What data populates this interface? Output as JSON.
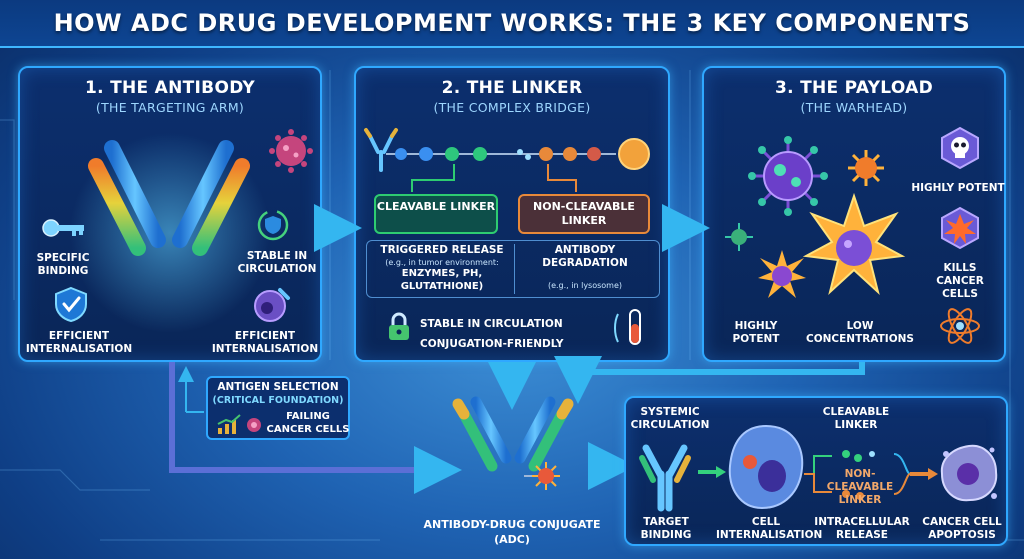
{
  "title": "HOW ADC DRUG DEVELOPMENT WORKS: THE 3 KEY COMPONENTS",
  "antibody": {
    "heading": "1. THE ANTIBODY",
    "subheading": "(THE TARGETING ARM)",
    "specific_binding": "SPECIFIC BINDING",
    "stable_circulation": "STABLE IN CIRCULATION",
    "efficient_internalisation_left": "EFFICIENT INTERNALISATION",
    "efficient_internalisation_right": "EFFICIENT INTERNALISATION"
  },
  "linker": {
    "heading": "2. THE LINKER",
    "subheading": "(THE COMPLEX BRIDGE)",
    "cleavable": {
      "title": "CLEAVABLE LINKER",
      "trigger": "TRIGGERED RELEASE",
      "note": "(e.g., in tumor environment:",
      "examples": "ENZYMES, pH, GLUTATHIONE)"
    },
    "non_cleavable": {
      "title": "NON-CLEAVABLE LINKER",
      "trigger": "ANTIBODY DEGRADATION",
      "note": "(e.g., in lysosome)"
    },
    "stable": "STABLE IN CIRCULATION",
    "conjugation": "CONJUGATION-FRIENDLY"
  },
  "payload": {
    "heading": "3. THE PAYLOAD",
    "subheading": "(THE WARHEAD)",
    "highly_potent_top": "HIGHLY POTENT",
    "kills": "KILLS CANCER CELLS",
    "highly_potent_bottom": "HIGHLY POTENT",
    "low_conc": "LOW CONCENTRATIONS"
  },
  "antigen": {
    "title": "ANTIGEN SELECTION",
    "subtitle": "(CRITICAL FOUNDATION)",
    "failing": "FAILING CANCER CELLS"
  },
  "adc": {
    "label": "ANTIBODY-DRUG CONJUGATE",
    "abbr": "(ADC)"
  },
  "mechanism": {
    "systemic": "SYSTEMIC CIRCULATION",
    "target_binding": "TARGET BINDING",
    "cell_internalisation": "CELL INTERNALISATION",
    "cleavable": "CLEAVABLE LINKER",
    "non_cleavable": "NON-CLEAVABLE LINKER",
    "intracellular": "INTRACELLULAR RELEASE",
    "apoptosis": "CANCER CELL APOPTOSIS"
  },
  "colors": {
    "panel_border": "#2fa8ff",
    "title_bg": "#0c3a80",
    "cleavable_green": "#2ecc71",
    "non_cleavable_orange": "#e8893a",
    "arrow_blue": "#34b6f0"
  }
}
